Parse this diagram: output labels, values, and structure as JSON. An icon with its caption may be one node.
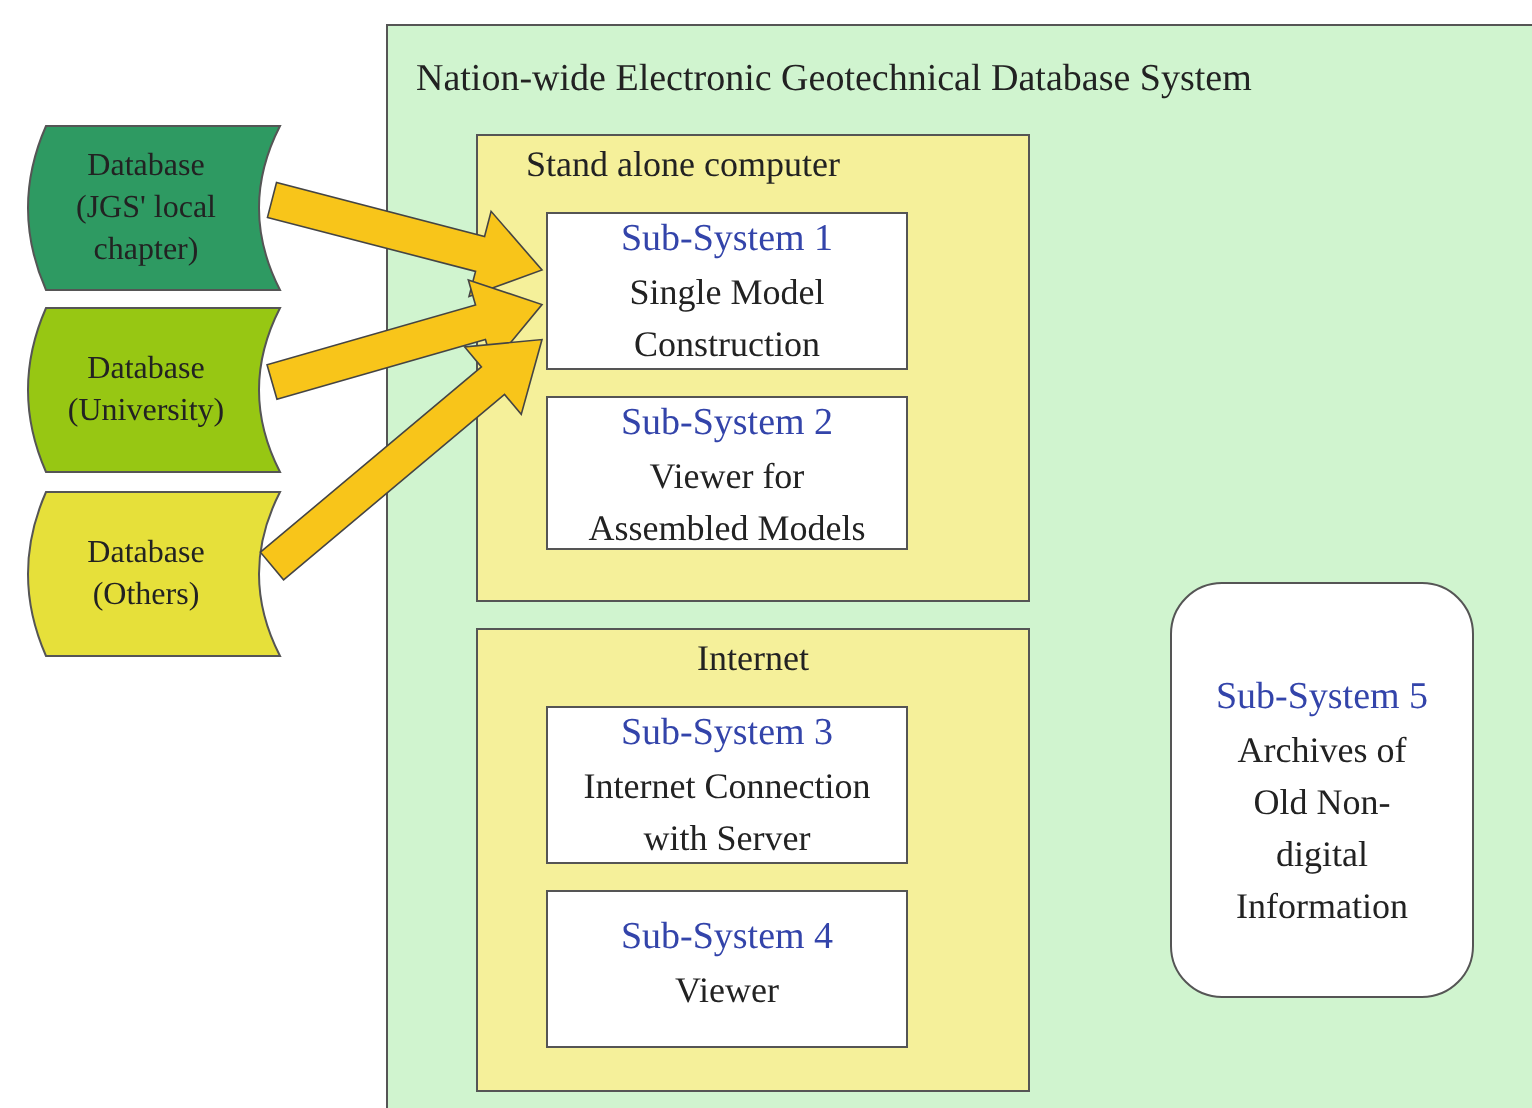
{
  "diagram": {
    "nodes": [
      {
        "text": [
          "Nation-wide Electronic Geotechnical Database System"
        ]
      },
      {
        "text": [
          "Stand alone computer"
        ],
        "in": 0
      },
      {
        "text": [
          "Sub-System 1",
          "Single Model Construction"
        ],
        "in": 1
      },
      {
        "text": [
          "Sub-System 2",
          "Viewer for Assembled Models"
        ],
        "in": 1
      },
      {
        "text": [
          "Internet"
        ],
        "in": 0
      },
      {
        "text": [
          "Sub-System 3",
          "Internet Connection with Server"
        ],
        "in": 4
      },
      {
        "text": [
          "Sub-System 4",
          "Viewer"
        ],
        "in": 4
      },
      {
        "text": [
          "Sub-System 5",
          "Archives of Old Non-digital Information"
        ],
        "in": 0
      },
      {
        "text": [
          "Database (JGS' local chapter)"
        ]
      },
      {
        "text": [
          "Database (University)"
        ]
      },
      {
        "text": [
          "Database (Others)"
        ]
      }
    ],
    "edges": [
      {
        "from": 8,
        "to": 2,
        "arrow": "to"
      },
      {
        "from": 9,
        "to": 2,
        "arrow": "to"
      },
      {
        "from": 10,
        "to": 2,
        "arrow": "to"
      }
    ]
  }
}
